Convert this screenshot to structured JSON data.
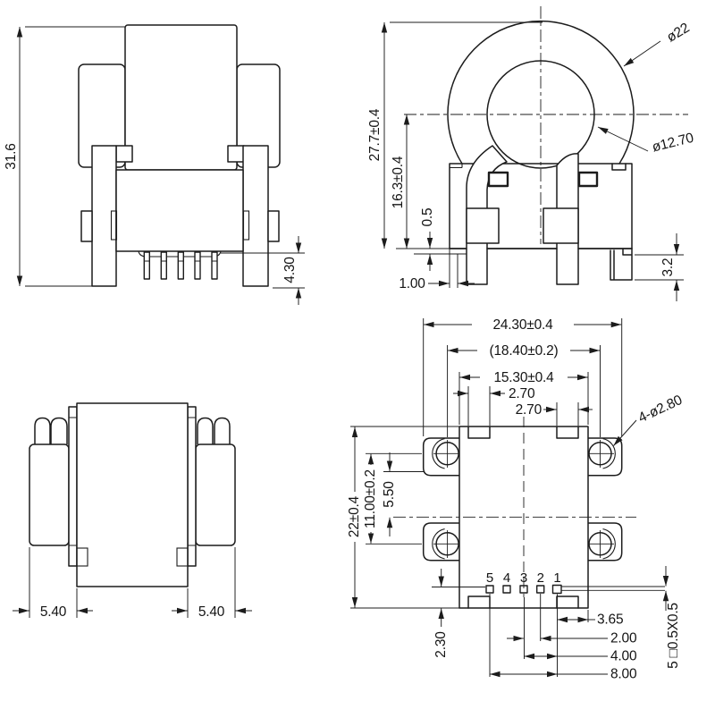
{
  "drawing": {
    "title": "toroidal-choke-4-view-dimension-drawing",
    "views": {
      "side": {
        "overall_height": "31.6",
        "pin_length": "4.30"
      },
      "front": {
        "outer_diameter": "ø22",
        "inner_diameter": "ø12.70",
        "total_height": "27.7±0.4",
        "center_height": "16.3±0.4",
        "base_step": "0.5",
        "edge_offset": "1.00",
        "foot_height": "3.2"
      },
      "top": {
        "left_block_width": "5.40",
        "right_block_width": "5.40"
      },
      "bottom": {
        "overall_width": "24.30±0.4",
        "hole_span": "(18.40±0.2)",
        "body_width": "15.30±0.4",
        "tab_width_left": "2.70",
        "tab_width_right": "2.70",
        "mounting_holes": "4-ø2.80",
        "overall_depth": "22±0.4",
        "hole_pitch": "11.00±0.2",
        "half_pitch": "5.50",
        "pin_row_inset": "2.30",
        "pin1_edge_dist": "3.65",
        "pitch_a": "2.00",
        "pitch_b": "4.00",
        "pitch_c": "8.00",
        "pad_note": "5 □0.5X0.5",
        "pins": [
          "5",
          "4",
          "3",
          "2",
          "1"
        ]
      }
    }
  }
}
